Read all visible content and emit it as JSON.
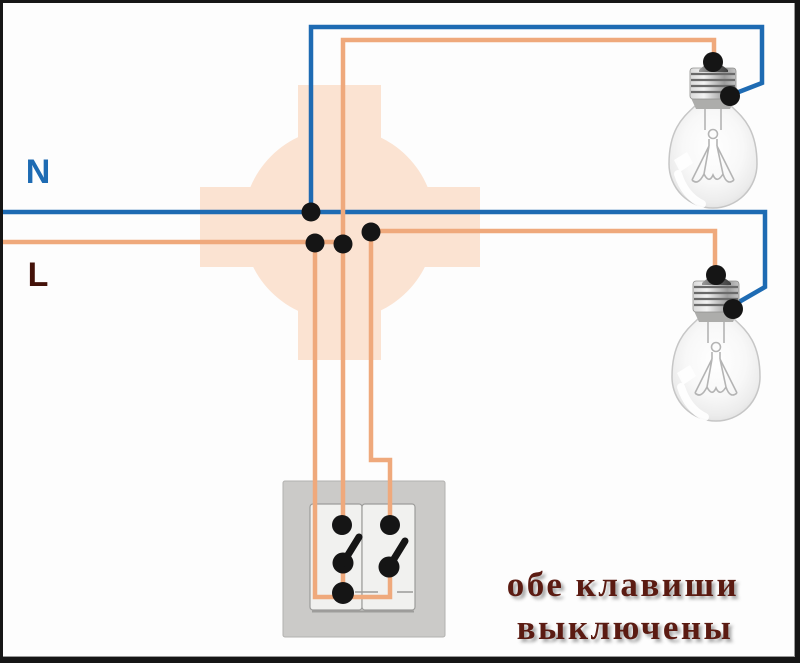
{
  "wire_labels": {
    "neutral": "N",
    "line": "L"
  },
  "caption": {
    "line1": "обе клавиши",
    "line2": "выключены"
  },
  "colors": {
    "background": "#fdfdfd",
    "frame": "#161616",
    "wire_neutral": "#1e6bb3",
    "wire_line": "#efa97c",
    "junction_box_fill": "#fbe3d2",
    "connection_dot": "#151515",
    "switch_plate": "#cbcac8",
    "switch_key": "#f1f1ef",
    "label_neutral": "#1e6bb3",
    "label_line": "#441209",
    "caption_text": "#5b1b12"
  }
}
